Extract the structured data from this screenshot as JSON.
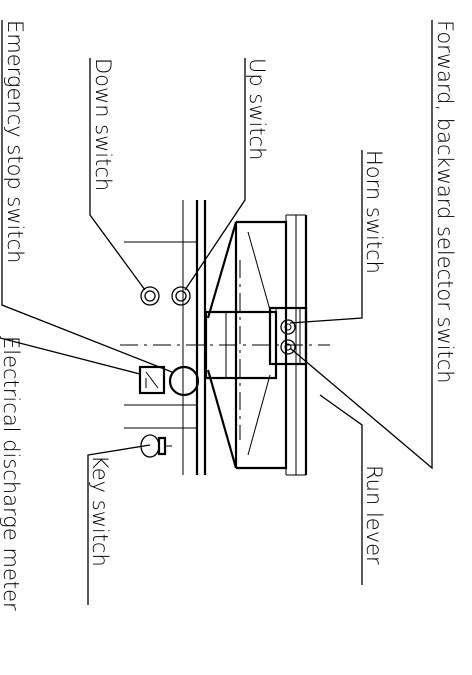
{
  "labels": {
    "forward_backward": "Forward, backward selector switch",
    "emergency_stop": "Emergency stop switch",
    "down_switch": "Down switch",
    "up_switch": "Up switch",
    "horn_switch": "Horn switch",
    "electrical_discharge_meter": "Electrical discharge meter",
    "key_switch": "Key switch",
    "run_lever": "Run lever"
  }
}
